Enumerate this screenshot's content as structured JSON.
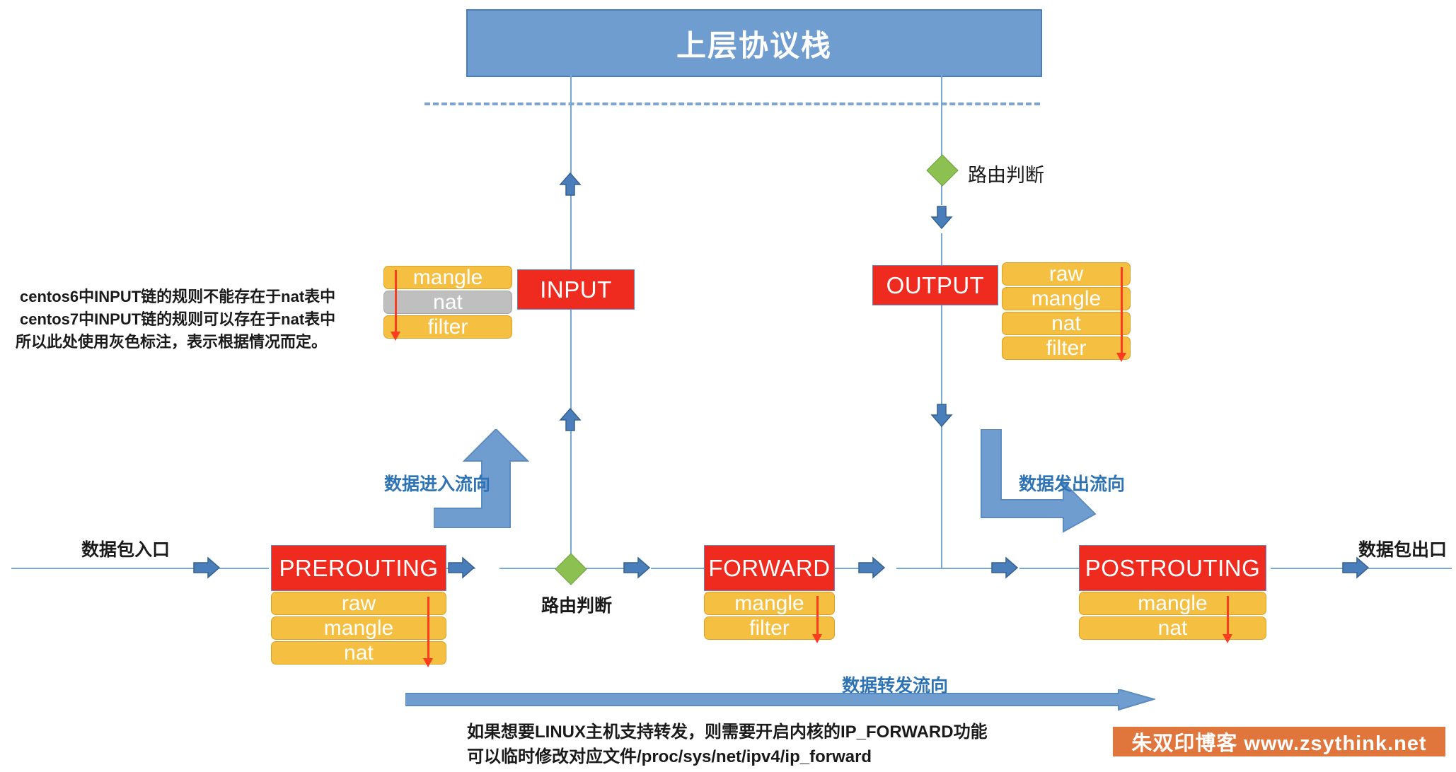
{
  "diagram": {
    "title": "上层协议栈",
    "chains": {
      "input": {
        "name": "INPUT",
        "tables": [
          "mangle",
          "nat",
          "filter"
        ]
      },
      "output": {
        "name": "OUTPUT",
        "tables": [
          "raw",
          "mangle",
          "nat",
          "filter"
        ]
      },
      "prerouting": {
        "name": "PREROUTING",
        "tables": [
          "raw",
          "mangle",
          "nat"
        ]
      },
      "forward": {
        "name": "FORWARD",
        "tables": [
          "mangle",
          "filter"
        ]
      },
      "postrouting": {
        "name": "POSTROUTING",
        "tables": [
          "mangle",
          "nat"
        ]
      }
    },
    "routing": {
      "top_label": "路由判断",
      "bottom_label": "路由判断"
    },
    "rail": {
      "entry_label": "数据包入口",
      "exit_label": "数据包出口"
    },
    "flows": {
      "incoming": "数据进入流向",
      "outgoing": "数据发出流向",
      "forwarding": "数据转发流向"
    },
    "notes": {
      "input_nat_line1": "centos6中INPUT链的规则不能存在于nat表中",
      "input_nat_line2": "centos7中INPUT链的规则可以存在于nat表中",
      "input_nat_line3": "所以此处使用灰色标注，表示根据情况而定。",
      "forward_line1": "如果想要LINUX主机支持转发，则需要开启内核的IP_FORWARD功能",
      "forward_line2": "可以临时修改对应文件/proc/sys/net/ipv4/ip_forward"
    },
    "watermark": "朱双印博客 www.zsythink.net",
    "colors": {
      "chain_red": "#ef2b20",
      "table_orange": "#f5bf41",
      "table_gray": "#bfbfbf",
      "rail_blue": "#7aa6d6",
      "stack_blue": "#6f9dd0",
      "routing_green": "#8cc152",
      "accent_text_blue": "#2e74b5",
      "watermark_orange": "#e1763c"
    }
  }
}
